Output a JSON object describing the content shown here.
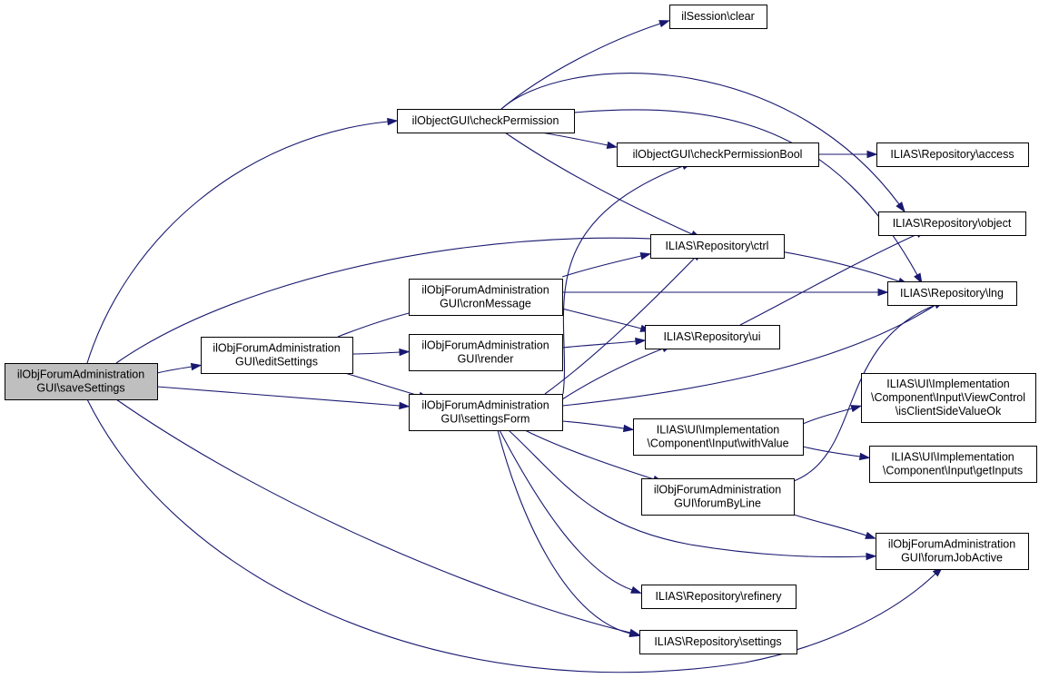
{
  "diagram": {
    "type": "call-graph",
    "colors": {
      "edge": "#191970",
      "root_fill": "#bfbfbf",
      "node_fill": "#ffffff",
      "border": "#000000"
    },
    "nodes": [
      {
        "id": "saveSettings",
        "lines": [
          "ilObjForumAdministration",
          "GUI\\saveSettings"
        ],
        "root": true
      },
      {
        "id": "editSettings",
        "lines": [
          "ilObjForumAdministration",
          "GUI\\editSettings"
        ]
      },
      {
        "id": "checkPermission",
        "lines": [
          "ilObjectGUI\\checkPermission"
        ]
      },
      {
        "id": "cronMessage",
        "lines": [
          "ilObjForumAdministration",
          "GUI\\cronMessage"
        ]
      },
      {
        "id": "render",
        "lines": [
          "ilObjForumAdministration",
          "GUI\\render"
        ]
      },
      {
        "id": "settingsForm",
        "lines": [
          "ilObjForumAdministration",
          "GUI\\settingsForm"
        ]
      },
      {
        "id": "sessionClear",
        "lines": [
          "ilSession\\clear"
        ]
      },
      {
        "id": "checkPermissionBool",
        "lines": [
          "ilObjectGUI\\checkPermissionBool"
        ]
      },
      {
        "id": "ctrl",
        "lines": [
          "ILIAS\\Repository\\ctrl"
        ]
      },
      {
        "id": "ui",
        "lines": [
          "ILIAS\\Repository\\ui"
        ]
      },
      {
        "id": "withValue",
        "lines": [
          "ILIAS\\UI\\Implementation",
          "\\Component\\Input\\withValue"
        ]
      },
      {
        "id": "forumByLine",
        "lines": [
          "ilObjForumAdministration",
          "GUI\\forumByLine"
        ]
      },
      {
        "id": "refinery",
        "lines": [
          "ILIAS\\Repository\\refinery"
        ]
      },
      {
        "id": "settings",
        "lines": [
          "ILIAS\\Repository\\settings"
        ]
      },
      {
        "id": "access",
        "lines": [
          "ILIAS\\Repository\\access"
        ]
      },
      {
        "id": "object",
        "lines": [
          "ILIAS\\Repository\\object"
        ]
      },
      {
        "id": "lng",
        "lines": [
          "ILIAS\\Repository\\lng"
        ]
      },
      {
        "id": "isClientSideValueOk",
        "lines": [
          "ILIAS\\UI\\Implementation",
          "\\Component\\Input\\ViewControl",
          "\\isClientSideValueOk"
        ]
      },
      {
        "id": "getInputs",
        "lines": [
          "ILIAS\\UI\\Implementation",
          "\\Component\\Input\\getInputs"
        ]
      },
      {
        "id": "forumJobActive",
        "lines": [
          "ilObjForumAdministration",
          "GUI\\forumJobActive"
        ]
      }
    ],
    "edges": [
      {
        "from": "saveSettings",
        "to": "checkPermission"
      },
      {
        "from": "saveSettings",
        "to": "lng"
      },
      {
        "from": "saveSettings",
        "to": "editSettings"
      },
      {
        "from": "saveSettings",
        "to": "settingsForm"
      },
      {
        "from": "saveSettings",
        "to": "settings"
      },
      {
        "from": "saveSettings",
        "to": "forumJobActive"
      },
      {
        "from": "checkPermission",
        "to": "sessionClear"
      },
      {
        "from": "checkPermission",
        "to": "object"
      },
      {
        "from": "checkPermission",
        "to": "lng"
      },
      {
        "from": "checkPermission",
        "to": "checkPermissionBool"
      },
      {
        "from": "checkPermission",
        "to": "ctrl"
      },
      {
        "from": "checkPermissionBool",
        "to": "access"
      },
      {
        "from": "editSettings",
        "to": "cronMessage"
      },
      {
        "from": "editSettings",
        "to": "render"
      },
      {
        "from": "editSettings",
        "to": "settingsForm"
      },
      {
        "from": "cronMessage",
        "to": "ctrl"
      },
      {
        "from": "cronMessage",
        "to": "lng"
      },
      {
        "from": "cronMessage",
        "to": "ui"
      },
      {
        "from": "render",
        "to": "ui"
      },
      {
        "from": "settingsForm",
        "to": "checkPermissionBool"
      },
      {
        "from": "settingsForm",
        "to": "ctrl"
      },
      {
        "from": "settingsForm",
        "to": "ui"
      },
      {
        "from": "settingsForm",
        "to": "lng"
      },
      {
        "from": "settingsForm",
        "to": "withValue"
      },
      {
        "from": "settingsForm",
        "to": "forumByLine"
      },
      {
        "from": "settingsForm",
        "to": "forumJobActive"
      },
      {
        "from": "settingsForm",
        "to": "refinery"
      },
      {
        "from": "settingsForm",
        "to": "settings"
      },
      {
        "from": "ui",
        "to": "object"
      },
      {
        "from": "withValue",
        "to": "isClientSideValueOk"
      },
      {
        "from": "withValue",
        "to": "getInputs"
      },
      {
        "from": "forumByLine",
        "to": "lng"
      },
      {
        "from": "forumByLine",
        "to": "forumJobActive"
      }
    ]
  }
}
